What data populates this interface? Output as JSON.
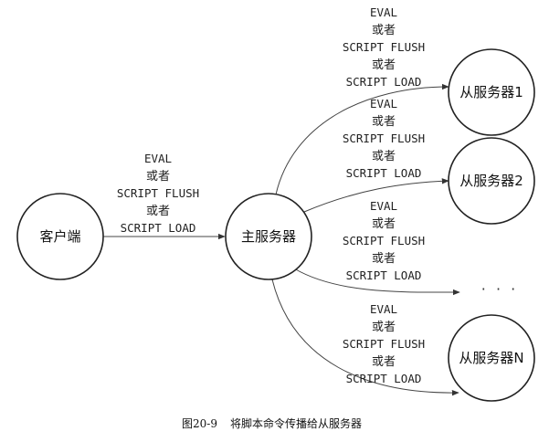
{
  "nodes": {
    "client": "客户端",
    "master": "主服务器",
    "slave1": "从服务器1",
    "slave2": "从服务器2",
    "slaveN": "从服务器N",
    "ellipsis": "· · ·"
  },
  "edge_label": {
    "line1": "EVAL",
    "line2": "或者",
    "line3": "SCRIPT FLUSH",
    "line4": "或者",
    "line5": "SCRIPT LOAD"
  },
  "caption": {
    "number": "图20-9",
    "text": "将脚本命令传播给从服务器"
  }
}
